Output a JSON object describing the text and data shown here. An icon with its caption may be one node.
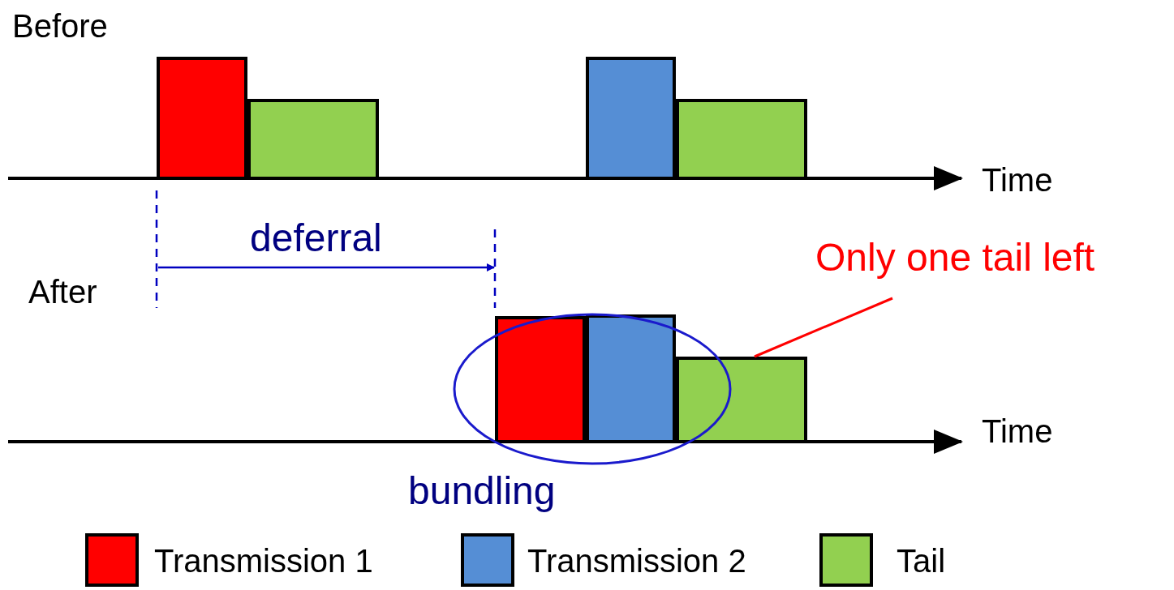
{
  "diagram": {
    "nodes": [
      {
        "text": [],
        "shape": "bar"
      },
      {
        "text": [],
        "shape": "bar"
      },
      {
        "text": [],
        "shape": "bar"
      },
      {
        "text": [],
        "shape": "bar"
      },
      {
        "text": [
          "Only one tail left"
        ]
      },
      {
        "text": [],
        "shape": "bar"
      },
      {
        "text": [],
        "shape": "bar"
      },
      {
        "text": [],
        "shape": "bar"
      }
    ],
    "edges": [
      {
        "from": 4,
        "to": 7,
        "arrow": "none"
      }
    ],
    "labels": [
      "Before",
      "Time",
      "deferral",
      "After",
      "Time",
      "bundling"
    ],
    "legend": [
      {
        "text": "Transmission 1",
        "color": "#ff0000"
      },
      {
        "text": "Transmission 2",
        "color": "#558ed5"
      },
      {
        "text": "Tail",
        "color": "#92d050"
      }
    ]
  }
}
